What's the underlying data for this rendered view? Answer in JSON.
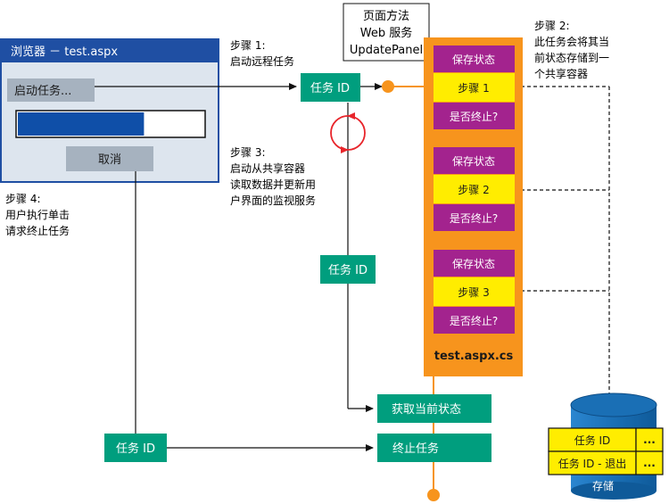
{
  "browser": {
    "title": "浏览器 － test.aspx",
    "start_button": "启动任务...",
    "cancel_button": "取消",
    "progress": 0.68
  },
  "page_method_box": {
    "lines": [
      "页面方法",
      "Web  服务",
      "UpdatePanel"
    ]
  },
  "steps": {
    "step1": [
      "步骤 1:",
      "启动远程任务"
    ],
    "step2": [
      "步骤 2:",
      "此任务会将其当",
      "前状态存储到一",
      "个共享容器"
    ],
    "step3": [
      "步骤 3:",
      "启动从共享容器",
      "读取数据并更新用",
      "户界面的监视服务"
    ],
    "step4": [
      "步骤 4:",
      "用户执行单击",
      "请求终止任务"
    ]
  },
  "task_id": {
    "top": "任务 ID",
    "middle": "任务 ID",
    "bottom": "任务 ID"
  },
  "server": {
    "groups": [
      {
        "save": "保存状态",
        "step": "步骤 1",
        "stop": "是否终止?"
      },
      {
        "save": "保存状态",
        "step": "步骤 2",
        "stop": "是否终止?"
      },
      {
        "save": "保存状态",
        "step": "步骤 3",
        "stop": "是否终止?"
      }
    ],
    "file_label": "test.aspx.cs"
  },
  "actions": {
    "get_status": "获取当前状态",
    "stop_task": "终止任务"
  },
  "storage": {
    "rows": [
      {
        "label": "任务 ID",
        "value": "..."
      },
      {
        "label": "任务 ID - 退出",
        "value": "..."
      }
    ],
    "label": "存储"
  },
  "colors": {
    "browser_header": "#1f4fa3",
    "browser_body": "#dde5ee",
    "progress_fill": "#0f4fa8",
    "teal": "#009e7e",
    "orange": "#f7941d",
    "purple": "#a3238e",
    "yellow": "#ffed00",
    "storage_blue": "#1a6fb5",
    "loop_red": "#e8252b"
  }
}
